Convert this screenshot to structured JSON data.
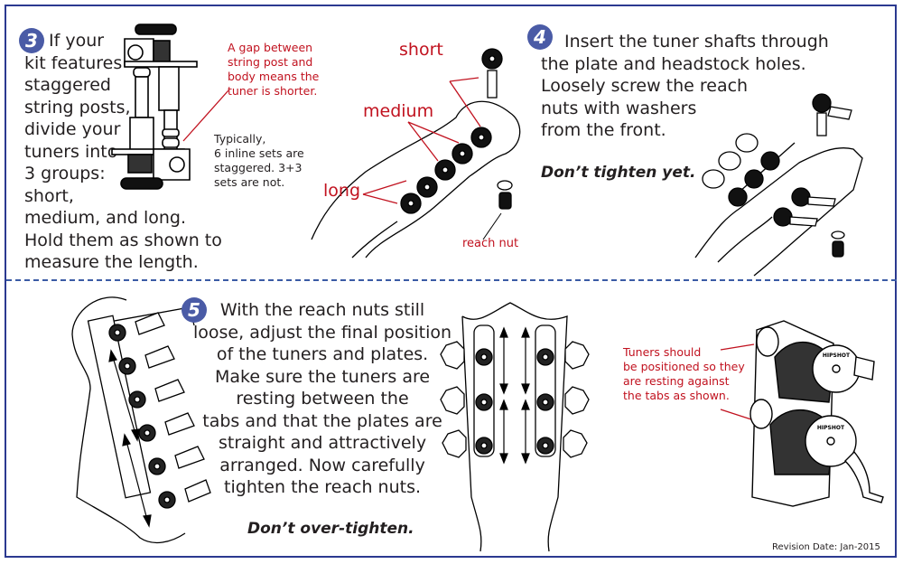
{
  "document": {
    "title": "Tuner installation instructions",
    "accent_color": "#4a5ba6",
    "callout_color": "#c1121f",
    "border_color": "#2b3990"
  },
  "step3": {
    "number": "3",
    "text": "If your\nkit features\nstaggered\nstring posts,\ndivide your\ntuners into\n3 groups:\nshort,\nmedium, and long.\nHold them as shown to\nmeasure the length.",
    "callout": "A gap between\nstring post and\nbody means the\ntuner is shorter.",
    "note": "Typically,\n6 inline sets are\nstaggered. 3+3\nsets are not.",
    "labels": {
      "short": "short",
      "medium": "medium",
      "long": "long",
      "reach_nut": "reach nut"
    }
  },
  "step4": {
    "number": "4",
    "text": "Insert the tuner shafts through\nthe plate and headstock holes.\nLoosely screw the reach\nnuts with washers\nfrom the front.",
    "warning": "Don’t tighten yet."
  },
  "step5": {
    "number": "5",
    "text": "With the reach nuts still\nloose, adjust the final position\nof the tuners and plates.\nMake sure the tuners are\nresting between the\ntabs and that the plates are\nstraight and attractively\narranged. Now carefully\ntighten the reach nuts.",
    "warning": "Don’t over-tighten.",
    "callout": "Tuners should\nbe positioned so they\nare resting against\nthe tabs as shown.",
    "tuner_brand": "HIPSHOT"
  },
  "footer": {
    "revision": "Revision Date: Jan-2015"
  }
}
